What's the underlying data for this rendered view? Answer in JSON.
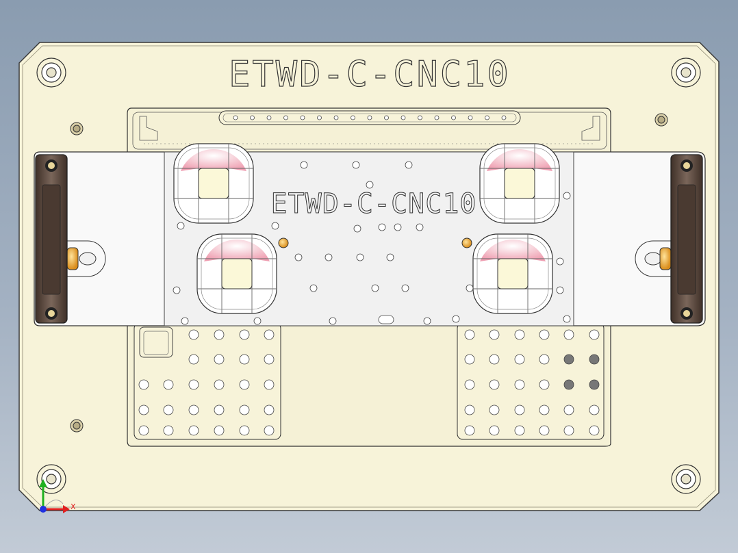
{
  "plate": {
    "title": "ETWD-C-CNC10",
    "color": "#f7f3d9"
  },
  "clamp": {
    "label": "ETWD-C-CNC10",
    "bar_color": "#f9f9f9"
  },
  "colors": {
    "background_top": "#8a9cb0",
    "background_bottom": "#c2cbd6",
    "outline": "#3a3a3a",
    "pad_pink": "#f5c6d0",
    "pad_center": "#fbf8d8",
    "brass_pin": "#e6a83a",
    "clamp_block": "#5c4a40",
    "dowel": "#d9cfa8"
  },
  "triad": {
    "x_label": "X",
    "x_color": "#e02020",
    "y_color": "#20b020",
    "z_color": "#2030e0"
  }
}
